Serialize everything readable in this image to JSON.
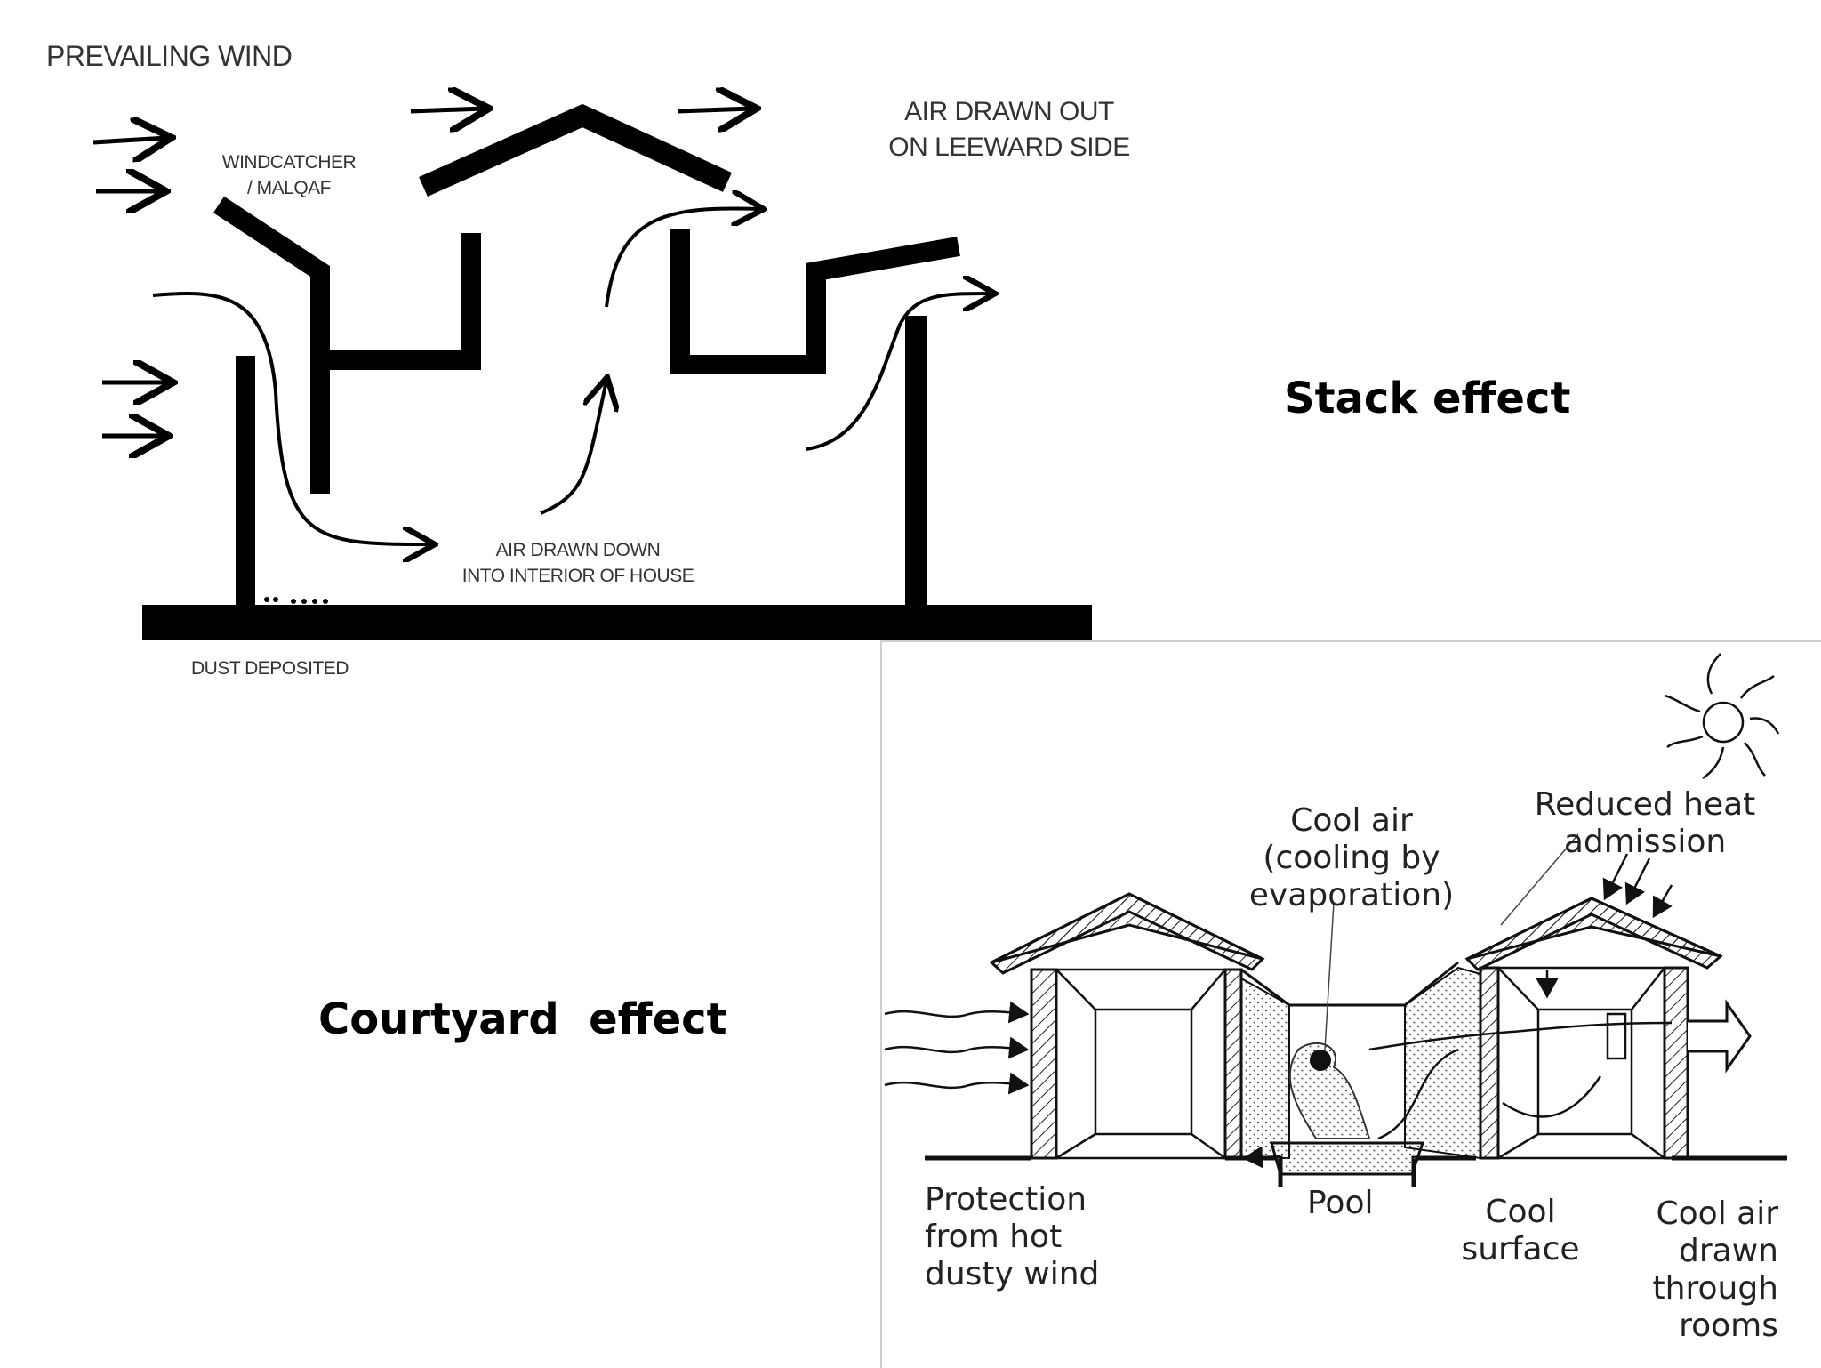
{
  "stack_diagram": {
    "prevailing_wind": "PREVAILING WIND",
    "windcatcher": "WINDCATCHER\n/ MALQAF",
    "air_drawn_out": "AIR DRAWN OUT\nON LEEWARD SIDE",
    "air_drawn_down": "AIR DRAWN DOWN\nINTO INTERIOR OF HOUSE",
    "dust_deposited": "DUST DEPOSITED"
  },
  "headings": {
    "stack": "Stack effect",
    "courtyard": "Courtyard  effect"
  },
  "courtyard_diagram": {
    "cool_air": "Cool air\n(cooling by\nevaporation)",
    "reduced_heat": "Reduced heat\nadmission",
    "protection": "Protection\nfrom hot\ndusty wind",
    "pool": "Pool",
    "cool_surface": "Cool\nsurface",
    "cool_air_drawn": "Cool air\ndrawn\nthrough\nrooms"
  },
  "icons": [
    "sun-icon",
    "wind-arrow-icon",
    "exhaust-arrow-icon"
  ]
}
